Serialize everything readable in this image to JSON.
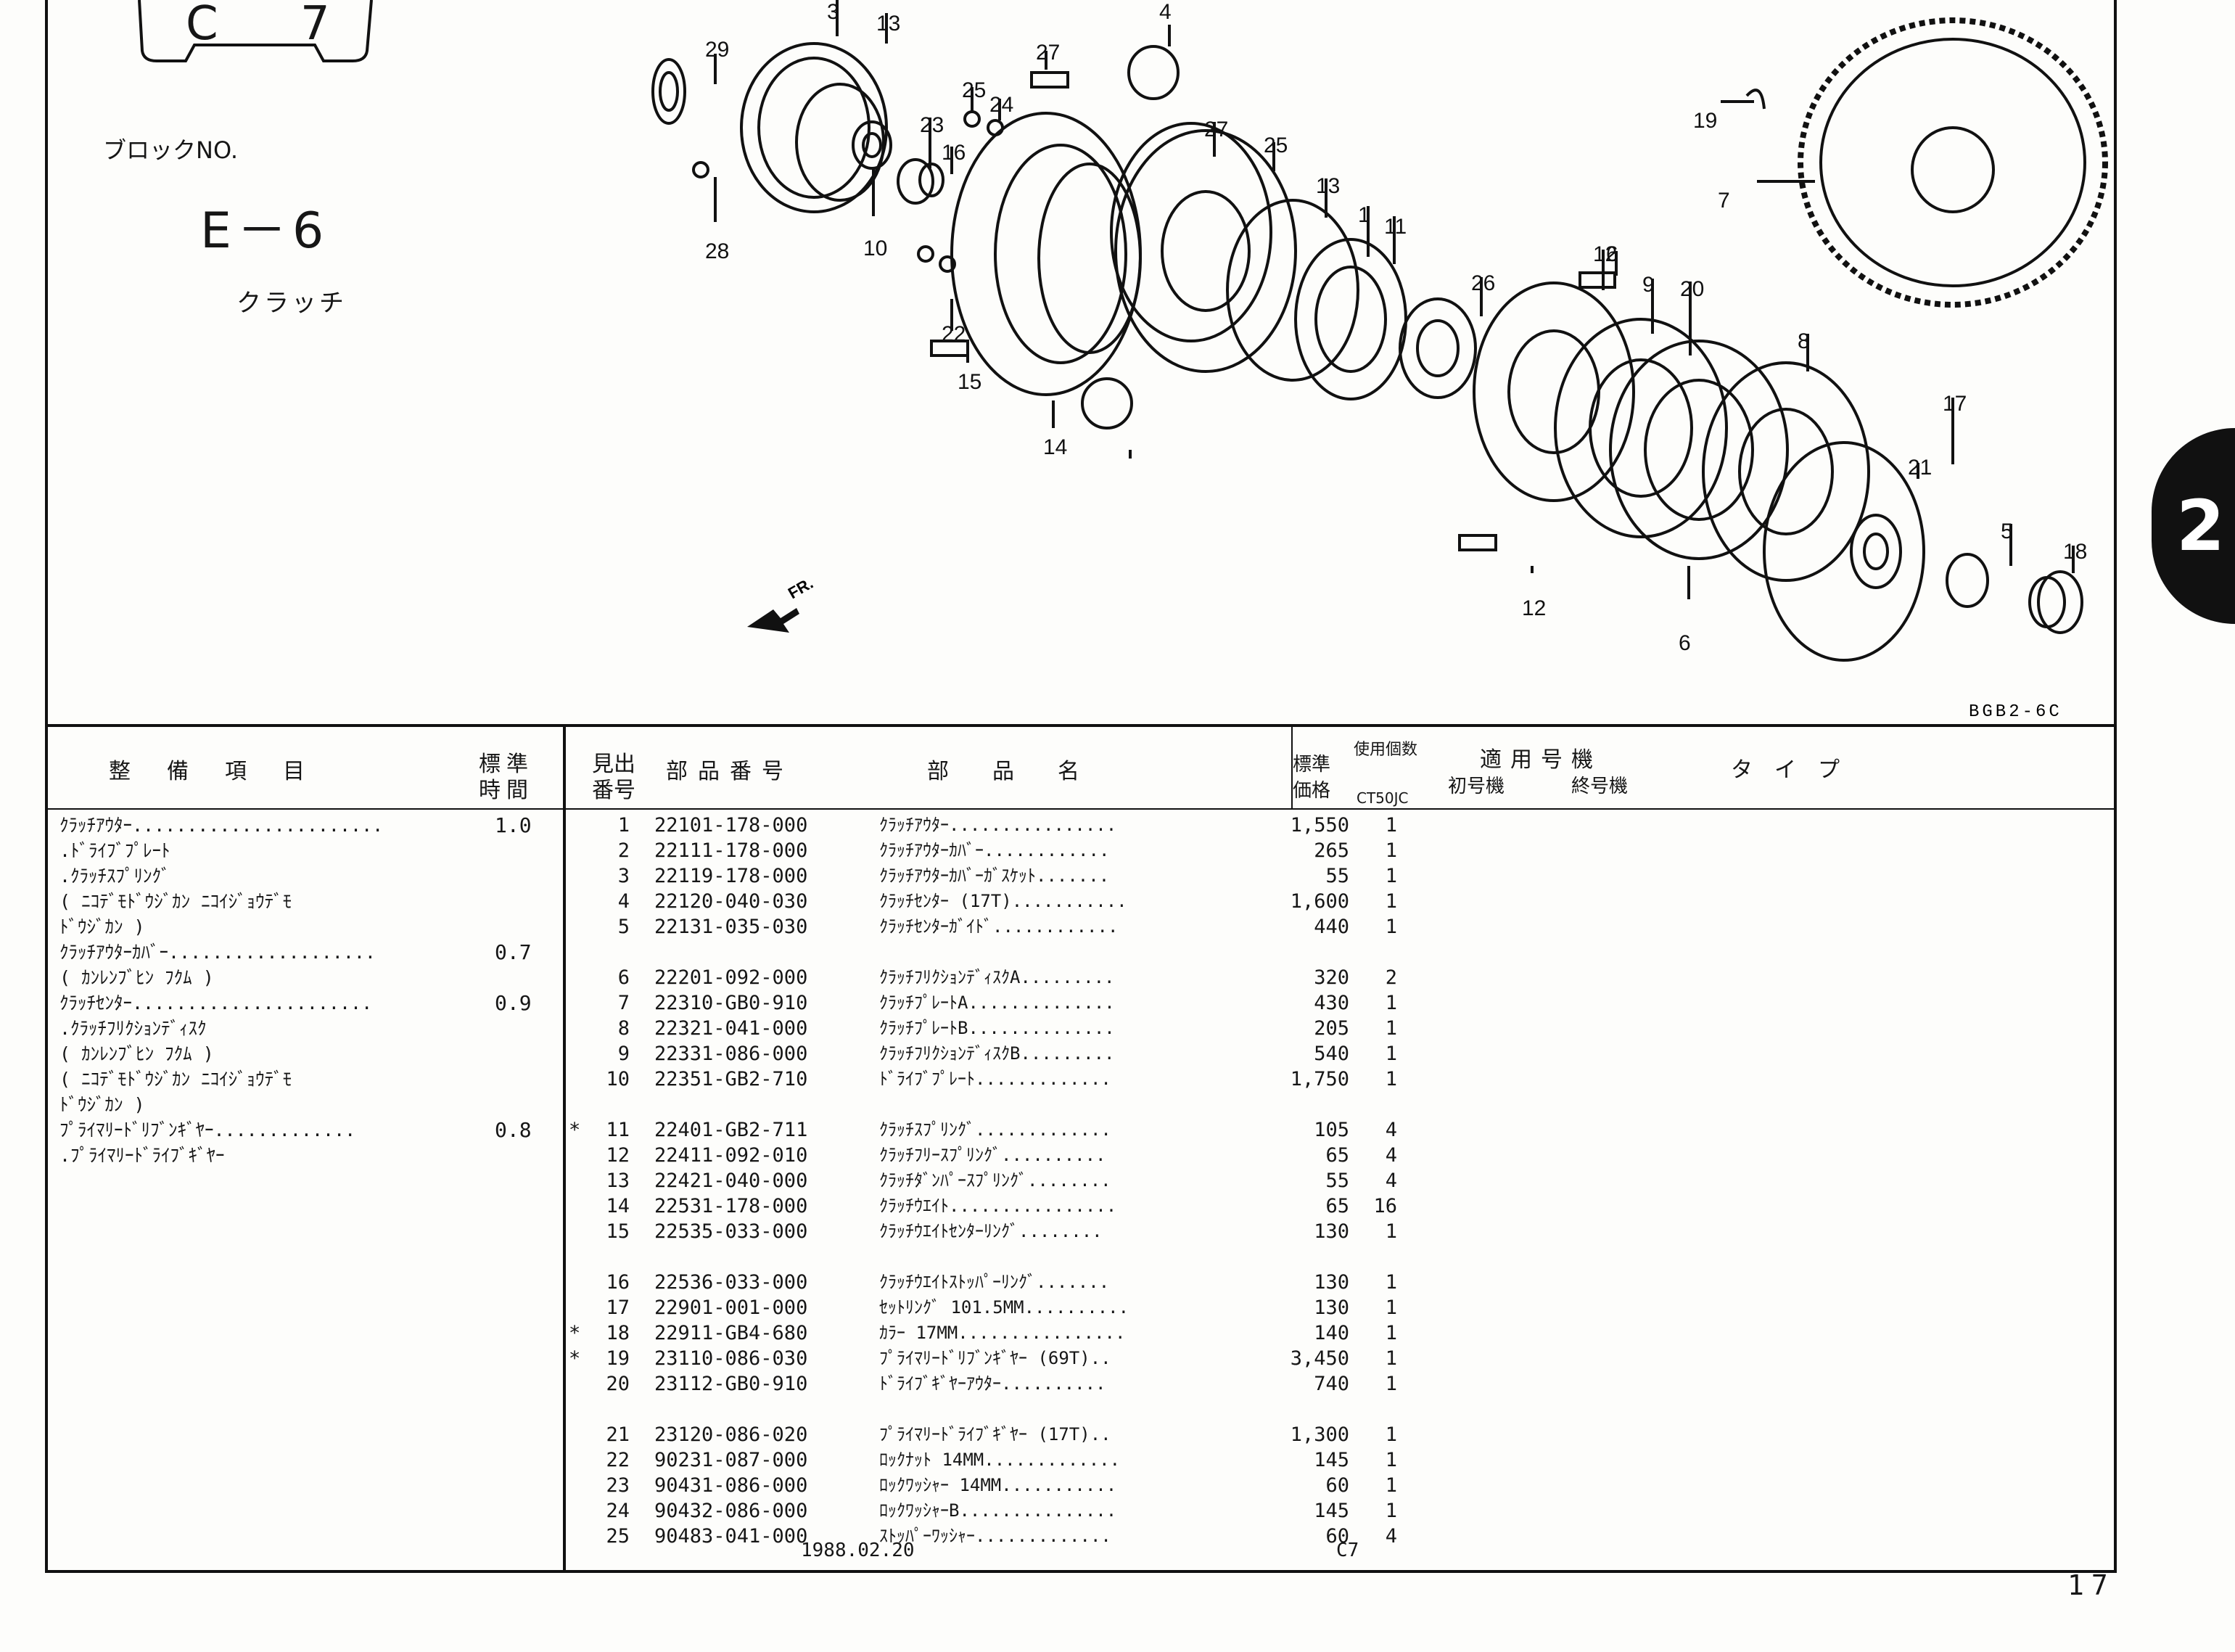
{
  "block_tab": {
    "letter": "C",
    "number": "7"
  },
  "block_label": "ブロックNO.",
  "block_no": "E－6",
  "group_name": "クラッチ",
  "chapter_tab": "2",
  "drawing_code": "BGB2-6C",
  "fr_label": "FR.",
  "callouts": [
    "29",
    "3",
    "13",
    "27",
    "25",
    "24",
    "23",
    "16",
    "10",
    "28",
    "22",
    "15",
    "14",
    "4",
    "27",
    "25",
    "13",
    "1",
    "11",
    "26",
    "19",
    "7",
    "12",
    "6",
    "9",
    "20",
    "8",
    "17",
    "21",
    "5",
    "18",
    "12",
    "6"
  ],
  "maintenance_header": {
    "item": "整　備　項　目",
    "time": "標準\n時間"
  },
  "parts_header": {
    "ref": "見出\n番号",
    "part_no": "部品番号",
    "name": "部　　品　　名",
    "price": "標準\n価格",
    "qty_title": "使用個数",
    "qty_model": "CT50JC",
    "applicable": "適用号機",
    "first": "初号機",
    "last": "終号機",
    "type": "タ　イ　プ"
  },
  "maintenance": [
    {
      "text": "ｸﾗｯﾁｱｳﾀｰ.......................",
      "time": "1.0"
    },
    {
      "text": ".ﾄﾞﾗｲﾌﾞﾌﾟﾚｰﾄ",
      "time": ""
    },
    {
      "text": ".ｸﾗｯﾁｽﾌﾟﾘﾝｸﾞ",
      "time": ""
    },
    {
      "text": "( ﾆｺﾃﾞﾓﾄﾞｳｼﾞｶﾝ ﾆｺｲｼﾞｮｳﾃﾞﾓ",
      "time": ""
    },
    {
      "text": "   ﾄﾞｳｼﾞｶﾝ )",
      "time": ""
    },
    {
      "text": "ｸﾗｯﾁｱｳﾀｰｶﾊﾞｰ...................",
      "time": "0.7"
    },
    {
      "text": "( ｶﾝﾚﾝﾌﾞﾋﾝ ﾌｸﾑ )",
      "time": ""
    },
    {
      "text": "ｸﾗｯﾁｾﾝﾀｰ......................",
      "time": "0.9"
    },
    {
      "text": ".ｸﾗｯﾁﾌﾘｸｼｮﾝﾃﾞｨｽｸ",
      "time": ""
    },
    {
      "text": "( ｶﾝﾚﾝﾌﾞﾋﾝ ﾌｸﾑ )",
      "time": ""
    },
    {
      "text": "( ﾆｺﾃﾞﾓﾄﾞｳｼﾞｶﾝ ﾆｺｲｼﾞｮｳﾃﾞﾓ",
      "time": ""
    },
    {
      "text": "   ﾄﾞｳｼﾞｶﾝ )",
      "time": ""
    },
    {
      "text": "ﾌﾟﾗｲﾏﾘｰﾄﾞﾘﾌﾞﾝｷﾞﾔｰ.............",
      "time": "0.8"
    },
    {
      "text": ".ﾌﾟﾗｲﾏﾘｰﾄﾞﾗｲﾌﾞｷﾞﾔｰ",
      "time": ""
    }
  ],
  "parts": [
    {
      "mark": "",
      "ref": "1",
      "part_no": "22101-178-000",
      "name": "ｸﾗｯﾁｱｳﾀｰ................",
      "price": "1,550",
      "qty": "1"
    },
    {
      "mark": "",
      "ref": "2",
      "part_no": "22111-178-000",
      "name": "ｸﾗｯﾁｱｳﾀｰｶﾊﾞｰ............",
      "price": "265",
      "qty": "1"
    },
    {
      "mark": "",
      "ref": "3",
      "part_no": "22119-178-000",
      "name": "ｸﾗｯﾁｱｳﾀｰｶﾊﾞｰｶﾞｽｹｯﾄ.......",
      "price": "55",
      "qty": "1"
    },
    {
      "mark": "",
      "ref": "4",
      "part_no": "22120-040-030",
      "name": "ｸﾗｯﾁｾﾝﾀｰ (17T)...........",
      "price": "1,600",
      "qty": "1"
    },
    {
      "mark": "",
      "ref": "5",
      "part_no": "22131-035-030",
      "name": "ｸﾗｯﾁｾﾝﾀｰｶﾞｲﾄﾞ............",
      "price": "440",
      "qty": "1"
    },
    {
      "mark": "",
      "ref": "6",
      "part_no": "22201-092-000",
      "name": "ｸﾗｯﾁﾌﾘｸｼｮﾝﾃﾞｨｽｸA.........",
      "price": "320",
      "qty": "2"
    },
    {
      "mark": "",
      "ref": "7",
      "part_no": "22310-GB0-910",
      "name": "ｸﾗｯﾁﾌﾟﾚｰﾄA..............",
      "price": "430",
      "qty": "1"
    },
    {
      "mark": "",
      "ref": "8",
      "part_no": "22321-041-000",
      "name": "ｸﾗｯﾁﾌﾟﾚｰﾄB..............",
      "price": "205",
      "qty": "1"
    },
    {
      "mark": "",
      "ref": "9",
      "part_no": "22331-086-000",
      "name": "ｸﾗｯﾁﾌﾘｸｼｮﾝﾃﾞｨｽｸB.........",
      "price": "540",
      "qty": "1"
    },
    {
      "mark": "",
      "ref": "10",
      "part_no": "22351-GB2-710",
      "name": "ﾄﾞﾗｲﾌﾞﾌﾟﾚｰﾄ.............",
      "price": "1,750",
      "qty": "1"
    },
    {
      "mark": "*",
      "ref": "11",
      "part_no": "22401-GB2-711",
      "name": "ｸﾗｯﾁｽﾌﾟﾘﾝｸﾞ.............",
      "price": "105",
      "qty": "4"
    },
    {
      "mark": "",
      "ref": "12",
      "part_no": "22411-092-010",
      "name": "ｸﾗｯﾁﾌﾘｰｽﾌﾟﾘﾝｸﾞ..........",
      "price": "65",
      "qty": "4"
    },
    {
      "mark": "",
      "ref": "13",
      "part_no": "22421-040-000",
      "name": "ｸﾗｯﾁﾀﾞﾝﾊﾟｰｽﾌﾟﾘﾝｸﾞ........",
      "price": "55",
      "qty": "4"
    },
    {
      "mark": "",
      "ref": "14",
      "part_no": "22531-178-000",
      "name": "ｸﾗｯﾁｳｴｲﾄ................",
      "price": "65",
      "qty": "16"
    },
    {
      "mark": "",
      "ref": "15",
      "part_no": "22535-033-000",
      "name": "ｸﾗｯﾁｳｴｲﾄｾﾝﾀｰﾘﾝｸﾞ........",
      "price": "130",
      "qty": "1"
    },
    {
      "mark": "",
      "ref": "16",
      "part_no": "22536-033-000",
      "name": "ｸﾗｯﾁｳｴｲﾄｽﾄｯﾊﾟｰﾘﾝｸﾞ.......",
      "price": "130",
      "qty": "1"
    },
    {
      "mark": "",
      "ref": "17",
      "part_no": "22901-001-000",
      "name": "ｾｯﾄﾘﾝｸﾞ 101.5MM..........",
      "price": "130",
      "qty": "1"
    },
    {
      "mark": "*",
      "ref": "18",
      "part_no": "22911-GB4-680",
      "name": "ｶﾗｰ 17MM................",
      "price": "140",
      "qty": "1"
    },
    {
      "mark": "*",
      "ref": "19",
      "part_no": "23110-086-030",
      "name": "ﾌﾟﾗｲﾏﾘｰﾄﾞﾘﾌﾞﾝｷﾞﾔｰ (69T)..",
      "price": "3,450",
      "qty": "1"
    },
    {
      "mark": "",
      "ref": "20",
      "part_no": "23112-GB0-910",
      "name": "ﾄﾞﾗｲﾌﾞｷﾞﾔｰｱｳﾀｰ..........",
      "price": "740",
      "qty": "1"
    },
    {
      "mark": "",
      "ref": "21",
      "part_no": "23120-086-020",
      "name": "ﾌﾟﾗｲﾏﾘｰﾄﾞﾗｲﾌﾞｷﾞﾔｰ (17T)..",
      "price": "1,300",
      "qty": "1"
    },
    {
      "mark": "",
      "ref": "22",
      "part_no": "90231-087-000",
      "name": "ﾛｯｸﾅｯﾄ 14MM.............",
      "price": "145",
      "qty": "1"
    },
    {
      "mark": "",
      "ref": "23",
      "part_no": "90431-086-000",
      "name": "ﾛｯｸﾜｯｼｬｰ 14MM...........",
      "price": "60",
      "qty": "1"
    },
    {
      "mark": "",
      "ref": "24",
      "part_no": "90432-086-000",
      "name": "ﾛｯｸﾜｯｼｬｰB...............",
      "price": "145",
      "qty": "1"
    },
    {
      "mark": "",
      "ref": "25",
      "part_no": "90483-041-000",
      "name": "ｽﾄｯﾊﾟｰﾜｯｼｬｰ.............",
      "price": "60",
      "qty": "4"
    }
  ],
  "footer": {
    "date": "1988.02.20",
    "code": "C7",
    "page": "17"
  }
}
